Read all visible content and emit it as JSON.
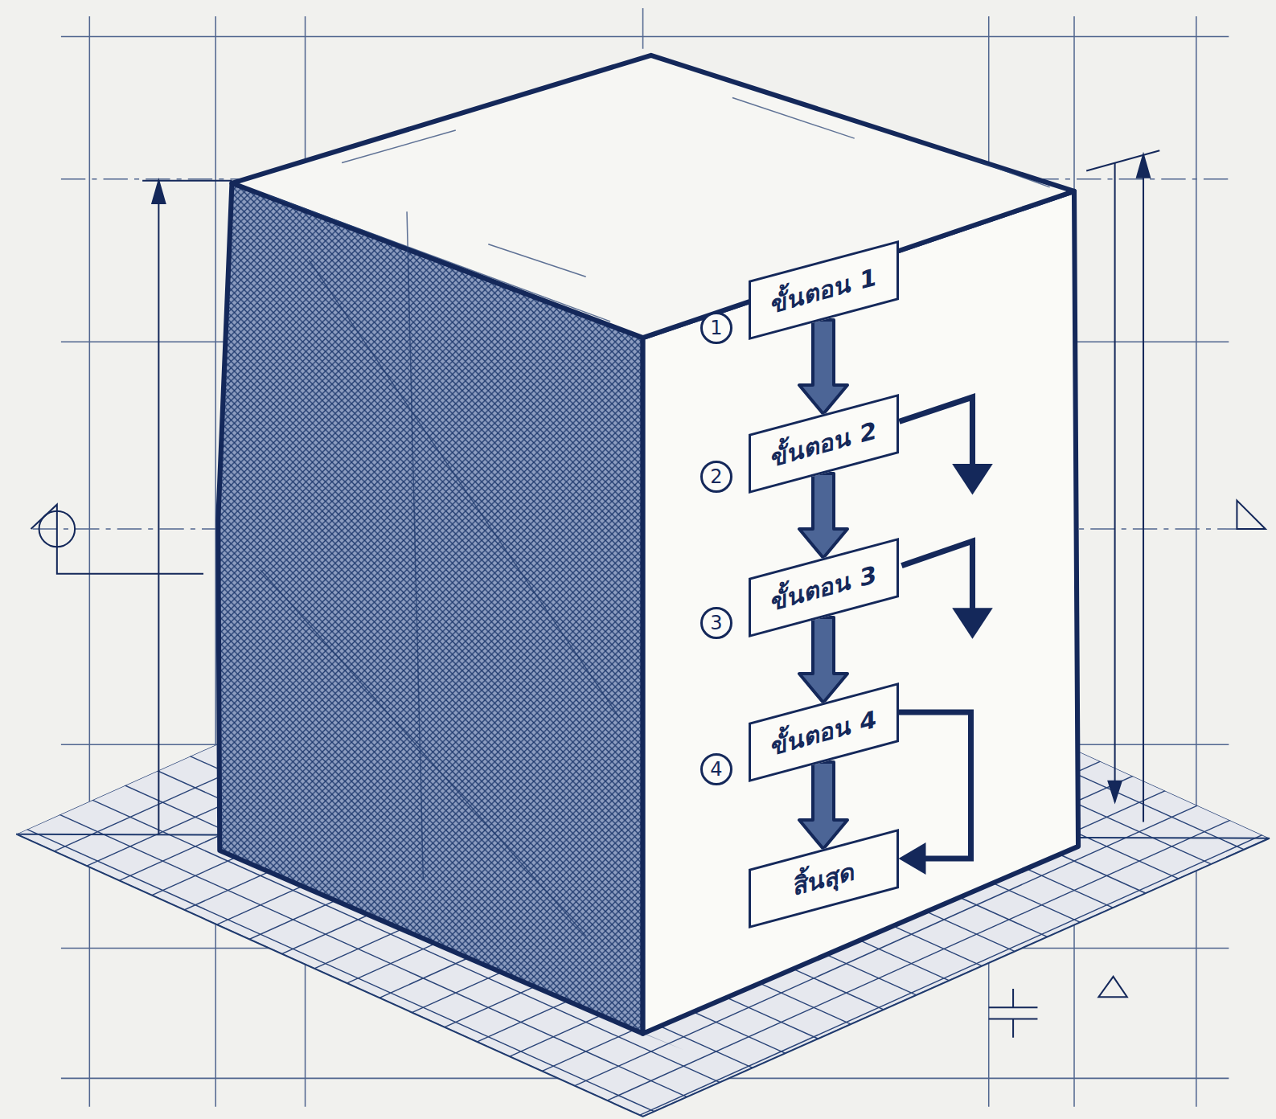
{
  "diagram": {
    "nodes": [
      {
        "text": [
          "ขั้นตอน 1"
        ]
      },
      {
        "text": [
          "ขั้นตอน 2"
        ]
      },
      {
        "text": [
          "ขั้นตอน 3"
        ]
      },
      {
        "text": [
          "ขั้นตอน 4"
        ]
      },
      {
        "text": [
          "สิ้นสุด"
        ]
      }
    ],
    "edges": [
      {
        "from": 0,
        "to": 1,
        "arrow": "to"
      },
      {
        "from": 1,
        "to": 2,
        "arrow": "to"
      },
      {
        "from": 2,
        "to": 3,
        "arrow": "to"
      },
      {
        "from": 3,
        "to": 4,
        "arrow": "to"
      },
      {
        "from": 3,
        "to": 4,
        "arrow": "to"
      }
    ],
    "labels": [
      "1",
      "2",
      "3",
      "4"
    ]
  }
}
